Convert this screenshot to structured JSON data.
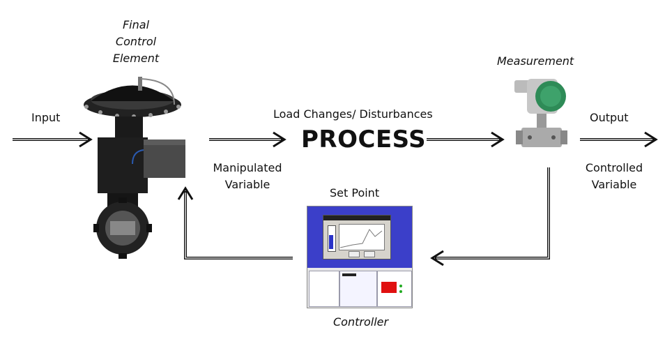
{
  "labels": {
    "final_control_element": [
      "Final",
      "Control",
      "Element"
    ],
    "input": "Input",
    "load_changes": "Load Changes/ Disturbances",
    "process": "PROCESS",
    "measurement": "Measurement",
    "output": "Output",
    "manipulated_variable": [
      "Manipulated",
      "Variable"
    ],
    "controlled_variable": [
      "Controlled",
      "Variable"
    ],
    "set_point": "Set Point",
    "controller": "Controller"
  },
  "colors": {
    "arrow": "#111111",
    "valve_body": "#1a1a1a",
    "actuator_gray": "#4a4a4a",
    "transmitter_green": "#2e8b57",
    "screen_blue": "#3b3fc9",
    "red_block": "#e01010"
  }
}
